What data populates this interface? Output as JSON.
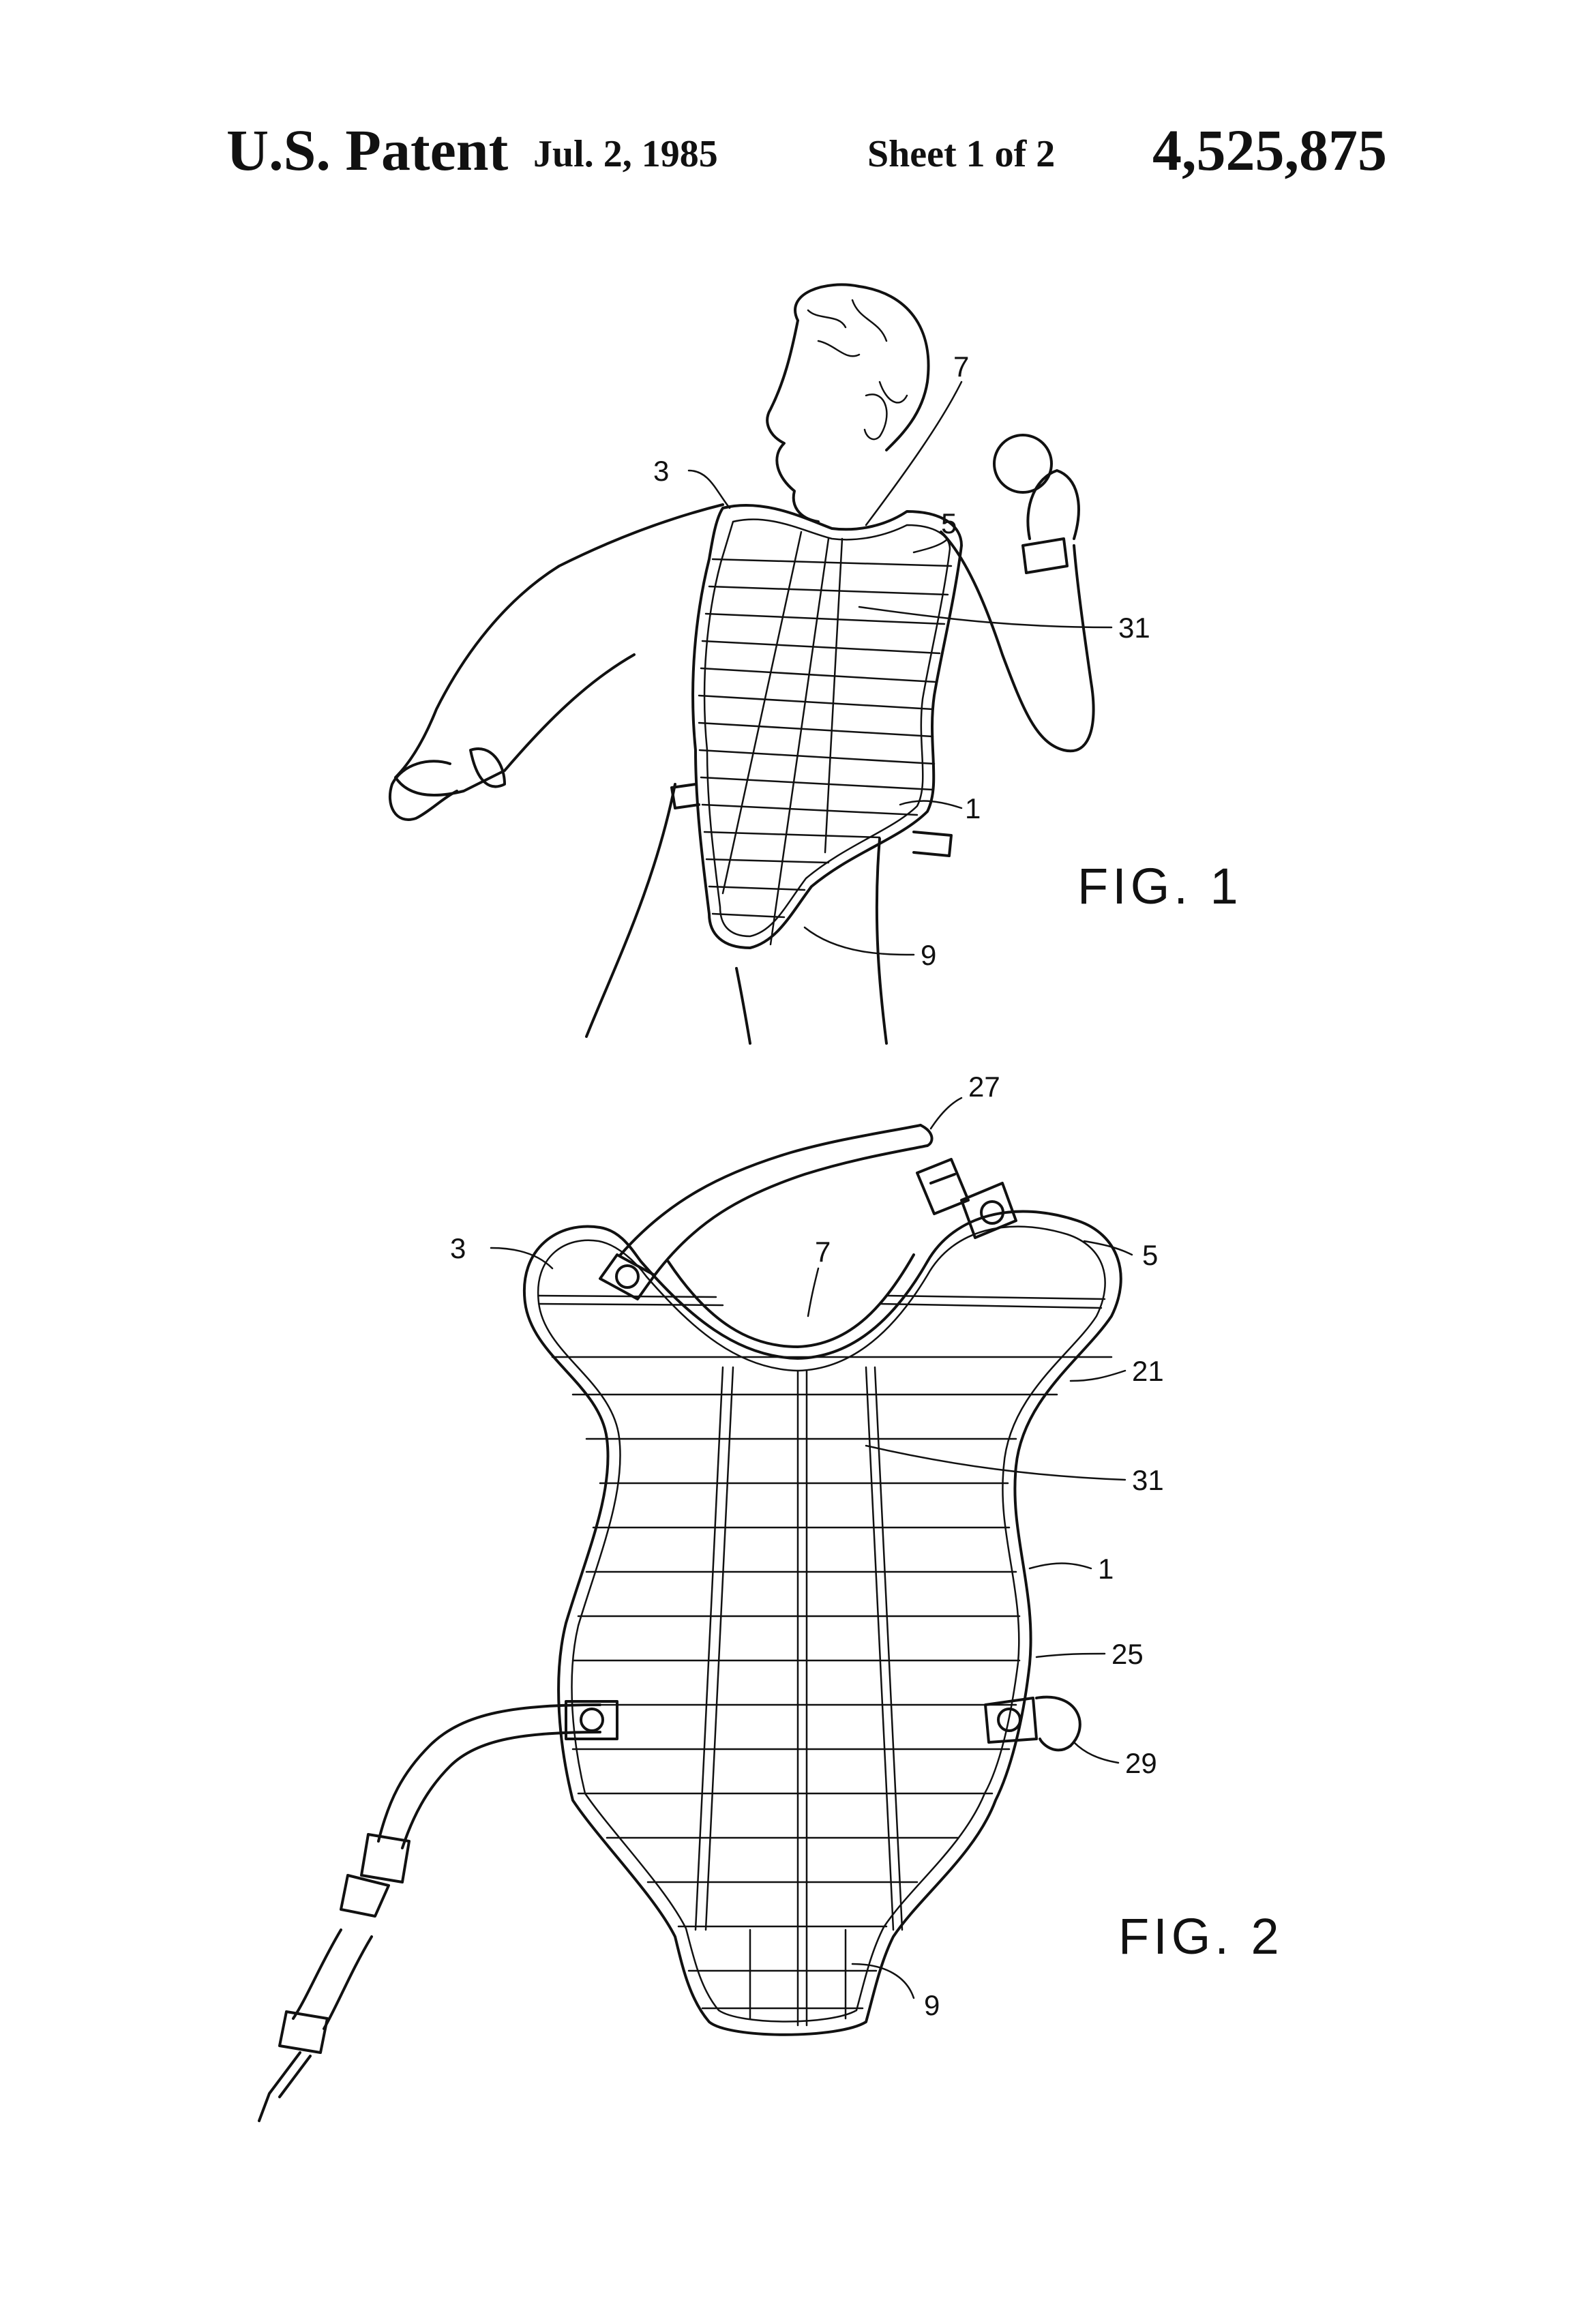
{
  "header": {
    "title": "U.S. Patent",
    "date": "Jul. 2, 1985",
    "sheet": "Sheet 1 of 2",
    "patent_number": "4,525,875"
  },
  "fig1": {
    "caption": "FIG. 1",
    "labels": {
      "l3": "3",
      "l7": "7",
      "l5": "5",
      "l31": "31",
      "l1": "1",
      "l9": "9"
    }
  },
  "fig2": {
    "caption": "FIG. 2",
    "labels": {
      "l27": "27",
      "l3": "3",
      "l7": "7",
      "l5": "5",
      "l21": "21",
      "l31": "31",
      "l1": "1",
      "l25": "25",
      "l29": "29",
      "l9": "9"
    }
  }
}
